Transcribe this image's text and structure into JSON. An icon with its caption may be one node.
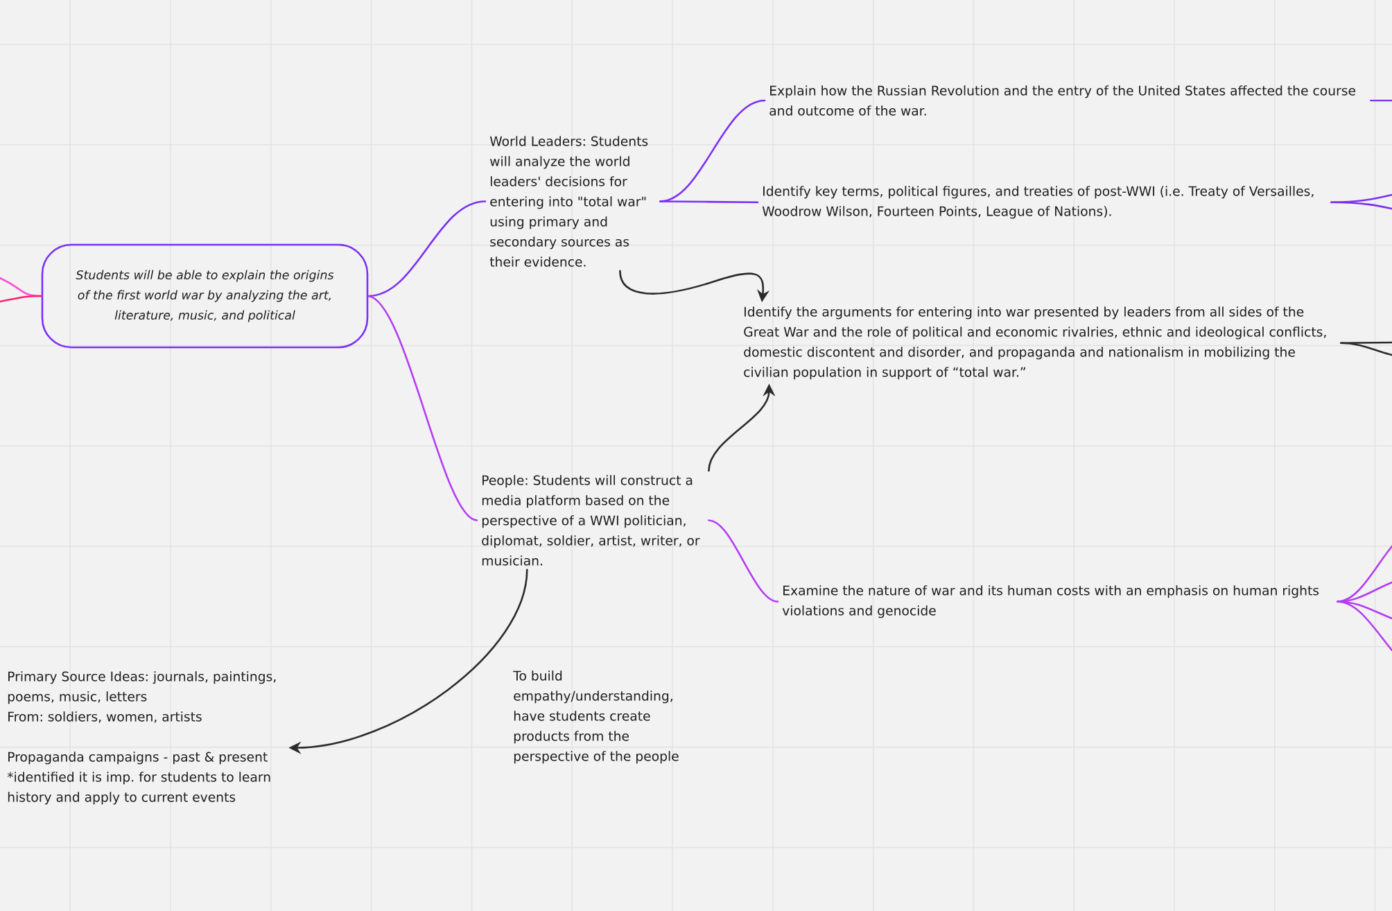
{
  "diagram": {
    "nodes": [
      {
        "text": [
          "Students will be able to explain the origins of the first world war by analyzing the art, literature, music, and political"
        ]
      },
      {
        "text": [
          "World Leaders: Students will analyze the world leaders' decisions for entering into \"total war\" using primary and secondary sources as their evidence."
        ]
      },
      {
        "text": [
          "Explain how the Russian Revolution and the entry of the United States affected the course and outcome of the war."
        ]
      },
      {
        "text": [
          "Identify key terms, political figures, and treaties of post-WWI (i.e. Treaty of Versailles, Woodrow Wilson, Fourteen Points, League of Nations)."
        ]
      },
      {
        "text": [
          "Identify the arguments for entering into war presented by leaders from all sides of the Great War and the role of political and economic rivalries, ethnic and ideological conflicts, domestic discontent and disorder, and propaganda and nationalism in mobilizing the civilian population in support of “total war.”"
        ]
      },
      {
        "text": [
          "People: Students will construct a media platform based on the perspective of a WWI politician, diplomat, soldier, artist, writer, or musician."
        ]
      },
      {
        "text": [
          "Examine the nature of war and its human costs with an emphasis on human rights violations and genocide"
        ]
      },
      {
        "text": [
          "Primary Source Ideas: journals, paintings, poems, music, letters",
          "From: soldiers, women, artists",
          "Propaganda campaigns - past & present *identified it is imp. for students to learn history and apply to current events"
        ]
      }
    ],
    "edges": [
      {
        "from": null,
        "to": 0,
        "arrow": "none",
        "color": "#ff4fd8"
      },
      {
        "from": null,
        "to": 0,
        "arrow": "none",
        "color": "#ff1f70"
      },
      {
        "from": 0,
        "to": 1,
        "arrow": "none"
      },
      {
        "from": 0,
        "to": 5,
        "arrow": "none",
        "color": "#b43cf2"
      },
      {
        "from": 1,
        "to": 2,
        "arrow": "none"
      },
      {
        "from": 1,
        "to": 3,
        "arrow": "none"
      },
      {
        "from": 1,
        "to": 4,
        "arrow": "to",
        "color": "#2b2b2b"
      },
      {
        "from": 5,
        "to": 4,
        "arrow": "to",
        "color": "#2b2b2b"
      },
      {
        "from": 5,
        "to": 6,
        "arrow": "none",
        "color": "#b43cf2"
      },
      {
        "from": 5,
        "to": 7,
        "arrow": "to",
        "color": "#2b2b2b"
      },
      {
        "from": 2,
        "to": null,
        "arrow": "none"
      },
      {
        "from": 3,
        "to": null,
        "arrow": "none"
      },
      {
        "from": 3,
        "to": null,
        "arrow": "none"
      },
      {
        "from": 4,
        "to": null,
        "arrow": "none",
        "color": "#2b2b2b"
      },
      {
        "from": 4,
        "to": null,
        "arrow": "none",
        "color": "#2b2b2b"
      },
      {
        "from": 6,
        "to": null,
        "arrow": "none",
        "color": "#b43cf2"
      },
      {
        "from": 6,
        "to": null,
        "arrow": "none",
        "color": "#b43cf2"
      },
      {
        "from": 6,
        "to": null,
        "arrow": "none",
        "color": "#b43cf2"
      },
      {
        "from": 6,
        "to": null,
        "arrow": "none",
        "color": "#b43cf2"
      }
    ],
    "labels": [
      "To build empathy/understanding, have students create products from the perspective of the people"
    ]
  }
}
